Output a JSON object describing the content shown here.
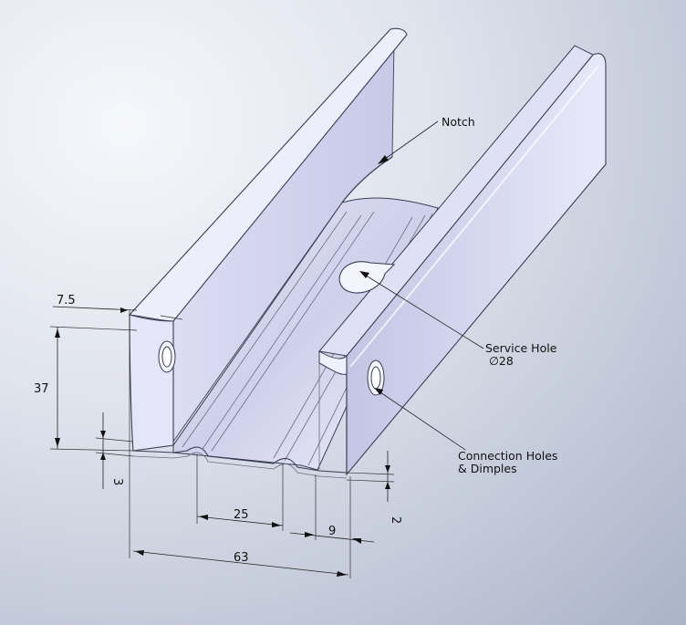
{
  "callouts": {
    "notch": "Notch",
    "service_hole": "Service Hole",
    "service_hole_dia": "∅28",
    "connection_line1": "Connection Holes",
    "connection_line2": "& Dimples"
  },
  "dimensions": {
    "flange_lip": "7.5",
    "height": "37",
    "offset_left": "3",
    "rib_spacing": "25",
    "rib_edge": "9",
    "width": "63",
    "offset_right": "2"
  },
  "colors": {
    "background": "#c9cfdd",
    "metal_face": "#d8d9f3",
    "metal_light": "#eef0fc",
    "edge": "#3a3d52",
    "text": "#111111"
  }
}
